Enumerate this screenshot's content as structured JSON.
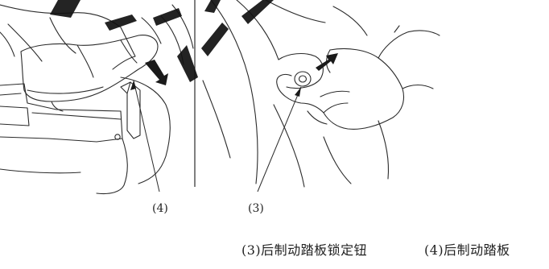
{
  "illustration": {
    "callout_3": "(3)",
    "callout_4": "(4)"
  },
  "legend": [
    "(3)后制动踏板锁定钮",
    "(4)后制动踏板"
  ],
  "colors": {
    "line": "#2b2b2b",
    "arrow": "#1a1a1a",
    "watermark": "#111111"
  }
}
